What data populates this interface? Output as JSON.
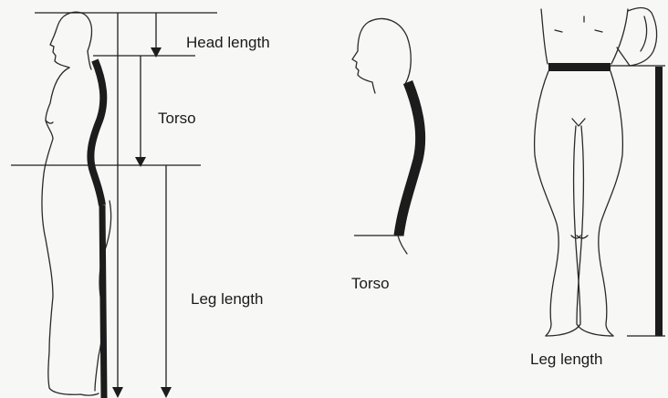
{
  "labels": {
    "head_length": "Head length",
    "torso_side": "Torso",
    "leg_length_side": "Leg length",
    "torso_profile": "Torso",
    "leg_length_front": "Leg length"
  },
  "colors": {
    "background": "#f7f7f5",
    "ink": "#1c1c1c"
  }
}
